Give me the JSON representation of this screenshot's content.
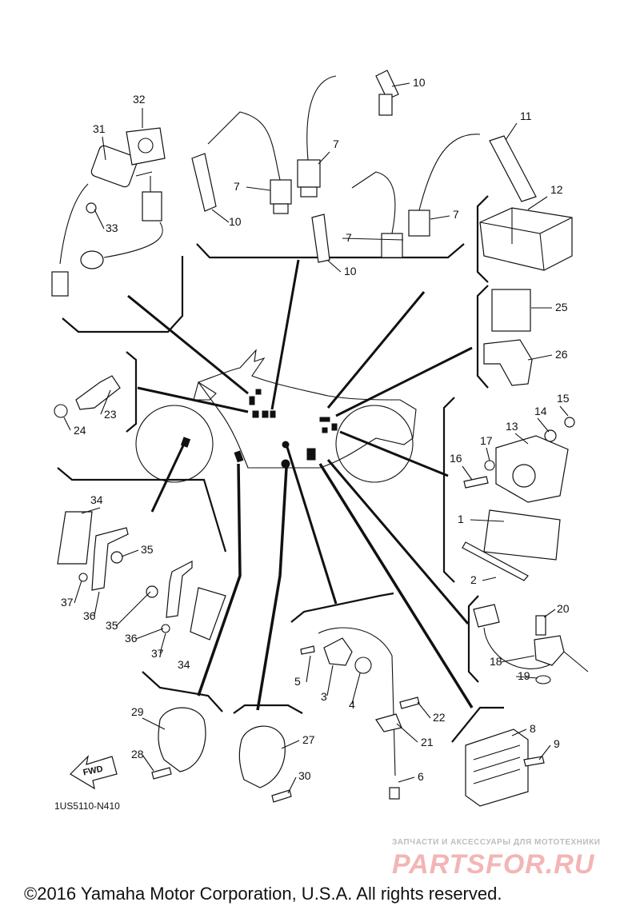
{
  "diagram_code": "1US5110-N410",
  "fwd_label": "FWD",
  "watermark": {
    "top_text": "ЗАПЧАСТИ И АКСЕССУАРЫ ДЛЯ МОТОТЕХНИКИ",
    "logo_text": "PARTSFOR.RU"
  },
  "copyright": "©2016 Yamaha Motor Corporation, U.S.A. All rights reserved.",
  "callouts": {
    "c1": "1",
    "c2": "2",
    "c3": "3",
    "c4": "4",
    "c5": "5",
    "c6": "6",
    "c7a": "7",
    "c7b": "7",
    "c7c": "7",
    "c7d": "7",
    "c8": "8",
    "c9": "9",
    "c10a": "10",
    "c10b": "10",
    "c10c": "10",
    "c11": "11",
    "c12": "12",
    "c13": "13",
    "c14": "14",
    "c15": "15",
    "c16": "16",
    "c17": "17",
    "c18": "18",
    "c19": "19",
    "c20": "20",
    "c21": "21",
    "c22": "22",
    "c23": "23",
    "c24": "24",
    "c25": "25",
    "c26": "26",
    "c27": "27",
    "c28": "28",
    "c29": "29",
    "c30": "30",
    "c31": "31",
    "c32": "32",
    "c33": "33",
    "c34a": "34",
    "c34b": "34",
    "c35a": "35",
    "c35b": "35",
    "c36a": "36",
    "c36b": "36",
    "c37a": "37",
    "c37b": "37"
  }
}
